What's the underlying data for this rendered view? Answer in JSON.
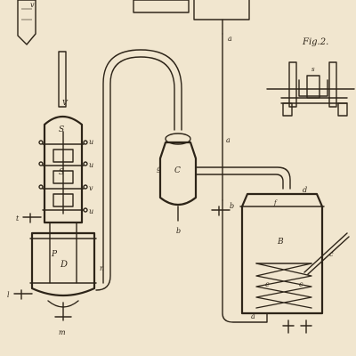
{
  "figure": {
    "caption": "Fig.2."
  },
  "labels": {
    "top_v": "v",
    "a_top": "a",
    "a_mid": "a",
    "a_bottom": "a",
    "V_spout": "V",
    "S_top": "S",
    "S_mid": "S",
    "u1": "u",
    "u2": "u",
    "u3": "u",
    "v_side": "v",
    "t": "t",
    "P": "P",
    "D": "D",
    "n": "n",
    "l": "l",
    "m": "m",
    "C": "C",
    "g": "g",
    "b_C": "b",
    "B": "B",
    "b_B": "b",
    "d": "d",
    "f": "f",
    "c_right": "c",
    "c_left": "c",
    "c_coil": "c",
    "fig2_s": "s"
  },
  "colors": {
    "paper": "#f1e6cf",
    "ink": "#2d2418"
  }
}
